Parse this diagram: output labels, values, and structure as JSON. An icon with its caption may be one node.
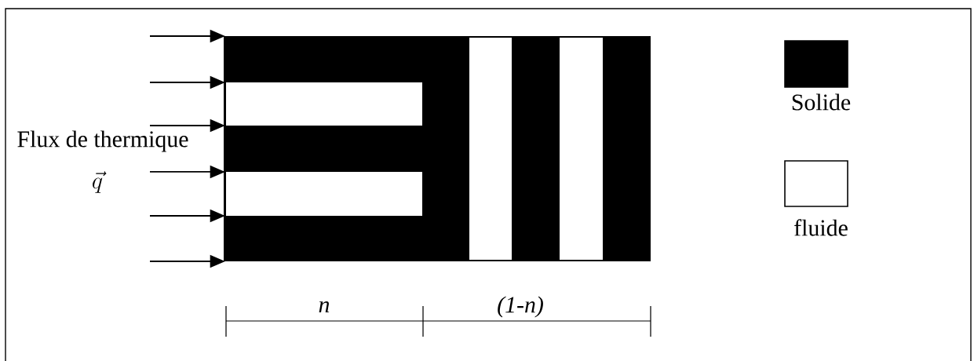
{
  "diagram": {
    "labels": [
      "Flux de thermique",
      "\\vec{q}",
      "n",
      "(1-n)"
    ],
    "legend": [
      {
        "text": "Solide",
        "color": "#000000"
      },
      {
        "text": "fluide"
      }
    ]
  }
}
